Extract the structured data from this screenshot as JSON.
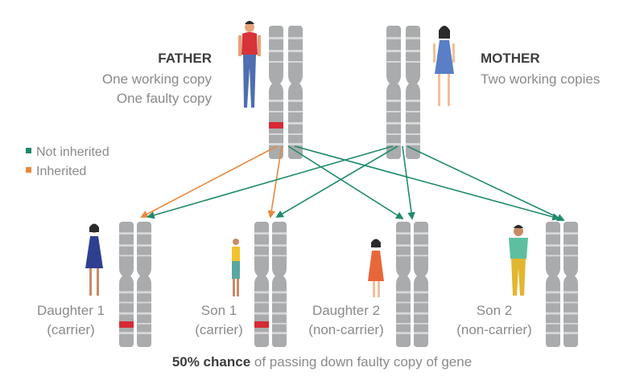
{
  "father": {
    "heading": "FATHER",
    "line1": "One working copy",
    "line2": "One faulty copy"
  },
  "mother": {
    "heading": "MOTHER",
    "line1": "Two working copies"
  },
  "legend": {
    "not_inherited": {
      "label": "Not inherited",
      "color": "#1f8a6c"
    },
    "inherited": {
      "label": "Inherited",
      "color": "#e8883c"
    }
  },
  "children": [
    {
      "name": "Daughter 1",
      "status": "(carrier)",
      "faulty": true
    },
    {
      "name": "Son 1",
      "status": "(carrier)",
      "faulty": true
    },
    {
      "name": "Daughter 2",
      "status": "(non-carrier)",
      "faulty": false
    },
    {
      "name": "Son 2",
      "status": "(non-carrier)",
      "faulty": false
    }
  ],
  "caption": {
    "bold": "50% chance",
    "rest": " of passing down faulty copy of gene"
  },
  "colors": {
    "chromosome": "#a9abac",
    "band": "#d6d7d8",
    "faulty": "#d62a35"
  }
}
